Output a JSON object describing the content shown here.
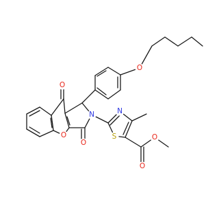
{
  "colors": {
    "bond": "#1a1a1a",
    "carbon": "#1a1a1a",
    "oxygen": "#e8271b",
    "nitrogen": "#2b35e0",
    "sulfur": "#b8a10c",
    "background": "#ffffff"
  },
  "atoms": {
    "ether_o": {
      "label": "O",
      "element": "oxygen"
    },
    "ketone_o": {
      "label": "O",
      "element": "oxygen"
    },
    "ring_o": {
      "label": "O",
      "element": "oxygen"
    },
    "lactam_o": {
      "label": "O",
      "element": "oxygen"
    },
    "lactam_n": {
      "label": "N",
      "element": "nitrogen"
    },
    "thiazole_n": {
      "label": "N",
      "element": "nitrogen"
    },
    "thiazole_s": {
      "label": "S",
      "element": "sulfur"
    },
    "ester_carbonyl_o": {
      "label": "O",
      "element": "oxygen"
    },
    "ester_o": {
      "label": "O",
      "element": "oxygen"
    }
  }
}
